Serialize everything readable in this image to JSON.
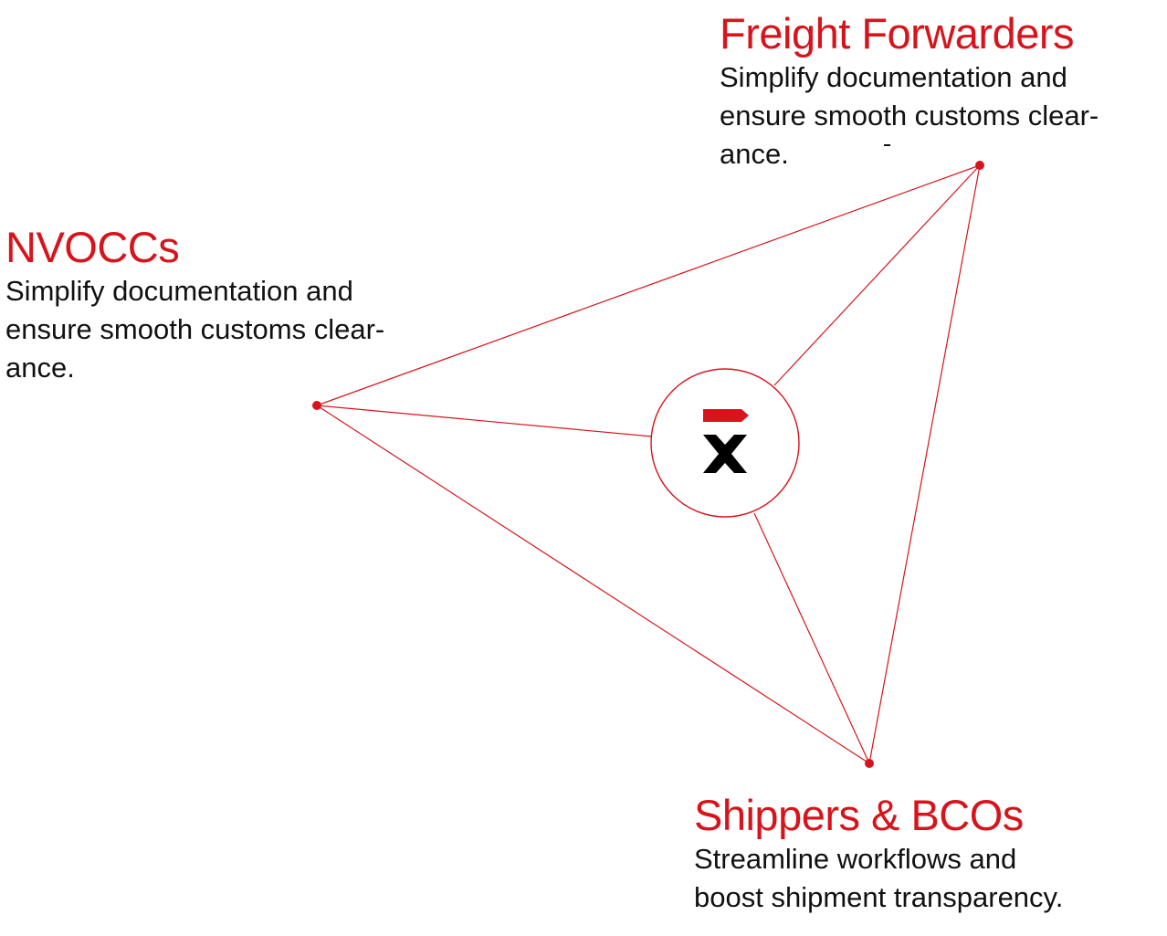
{
  "colors": {
    "accent": "#d7141c",
    "text": "#111111",
    "background": "#ffffff",
    "logo_mark": "#000000"
  },
  "hub": {
    "logo_icon": "brand-logo-icon"
  },
  "nodes": {
    "freight_forwarders": {
      "title": "Freight Forwarders",
      "lines": [
        "Simplify documentation and",
        "ensure smooth customs clear-",
        "ance."
      ]
    },
    "nvoccs": {
      "title": "NVOCCs",
      "lines": [
        "Simplify documentation and",
        "ensure smooth customs clear-",
        "ance."
      ]
    },
    "shippers_bcos": {
      "title": "Shippers & BCOs",
      "lines": [
        "Streamline workflows and",
        "boost shipment transparency."
      ]
    }
  }
}
